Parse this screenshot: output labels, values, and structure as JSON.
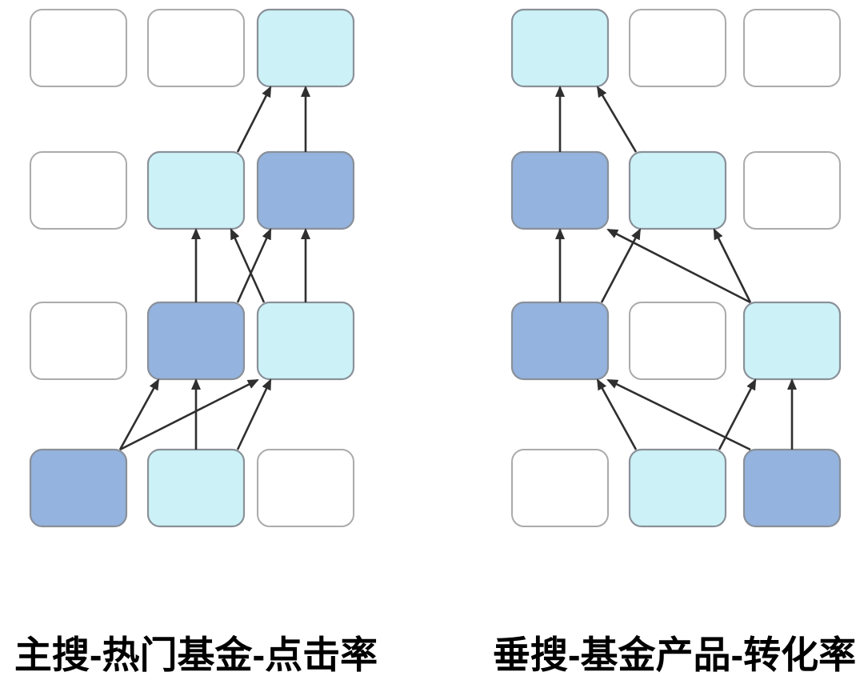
{
  "colors": {
    "node_active_blue": "#94B3DE",
    "node_active_cyan": "#CCF2F7",
    "node_inactive": "#FFFFFF",
    "node_border_colored": "#8A9099",
    "node_border_inactive": "#ABABAB",
    "arrow": "#2F2F2F",
    "label_text": "#000000",
    "background": "#FFFFFF"
  },
  "panels": [
    {
      "id": "left",
      "label": "主搜-热门基金-点击率",
      "grid": [
        [
          "empty",
          "empty",
          "cyan"
        ],
        [
          "empty",
          "cyan",
          "blue"
        ],
        [
          "empty",
          "blue",
          "cyan"
        ],
        [
          "blue",
          "cyan",
          "empty"
        ]
      ],
      "edges": [
        [
          [
            1,
            1
          ],
          [
            0,
            2
          ]
        ],
        [
          [
            1,
            2
          ],
          [
            0,
            2
          ]
        ],
        [
          [
            2,
            1
          ],
          [
            1,
            1
          ]
        ],
        [
          [
            2,
            1
          ],
          [
            1,
            2
          ]
        ],
        [
          [
            2,
            2
          ],
          [
            1,
            1
          ]
        ],
        [
          [
            2,
            2
          ],
          [
            1,
            2
          ]
        ],
        [
          [
            3,
            0
          ],
          [
            2,
            1
          ]
        ],
        [
          [
            3,
            0
          ],
          [
            2,
            2
          ]
        ],
        [
          [
            3,
            1
          ],
          [
            2,
            1
          ]
        ],
        [
          [
            3,
            1
          ],
          [
            2,
            2
          ]
        ]
      ]
    },
    {
      "id": "right",
      "label": "垂搜-基金产品-转化率",
      "grid": [
        [
          "cyan",
          "empty",
          "empty"
        ],
        [
          "blue",
          "cyan",
          "empty"
        ],
        [
          "blue",
          "empty",
          "cyan"
        ],
        [
          "empty",
          "cyan",
          "blue"
        ]
      ],
      "edges": [
        [
          [
            1,
            0
          ],
          [
            0,
            0
          ]
        ],
        [
          [
            1,
            1
          ],
          [
            0,
            0
          ]
        ],
        [
          [
            2,
            0
          ],
          [
            1,
            0
          ]
        ],
        [
          [
            2,
            0
          ],
          [
            1,
            1
          ]
        ],
        [
          [
            2,
            2
          ],
          [
            1,
            0
          ]
        ],
        [
          [
            2,
            2
          ],
          [
            1,
            1
          ]
        ],
        [
          [
            3,
            1
          ],
          [
            2,
            0
          ]
        ],
        [
          [
            3,
            1
          ],
          [
            2,
            2
          ]
        ],
        [
          [
            3,
            2
          ],
          [
            2,
            0
          ]
        ],
        [
          [
            3,
            2
          ],
          [
            2,
            2
          ]
        ]
      ]
    }
  ]
}
